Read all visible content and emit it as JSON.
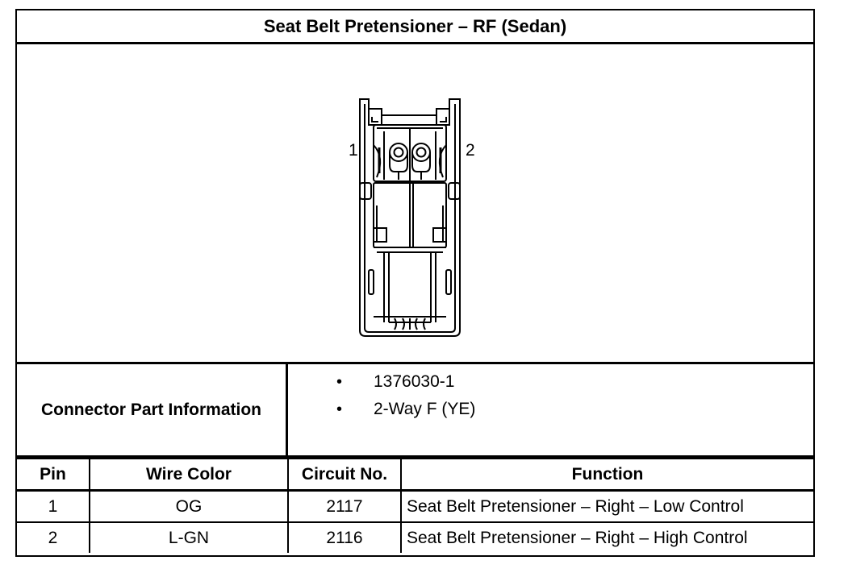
{
  "title": "Seat Belt Pretensioner – RF (Sedan)",
  "diagram": {
    "pin_label_left": "1",
    "pin_label_right": "2"
  },
  "connector_info": {
    "label": "Connector Part Information",
    "items": [
      {
        "bullet": "•",
        "text": "1376030-1"
      },
      {
        "bullet": "•",
        "text": "2-Way F (YE)"
      }
    ]
  },
  "pin_table": {
    "headers": [
      "Pin",
      "Wire Color",
      "Circuit No.",
      "Function"
    ],
    "rows": [
      {
        "pin": "1",
        "wire_color": "OG",
        "circuit": "2117",
        "function": "Seat Belt Pretensioner – Right – Low Control"
      },
      {
        "pin": "2",
        "wire_color": "L-GN",
        "circuit": "2116",
        "function": "Seat Belt Pretensioner – Right – High Control"
      }
    ]
  }
}
